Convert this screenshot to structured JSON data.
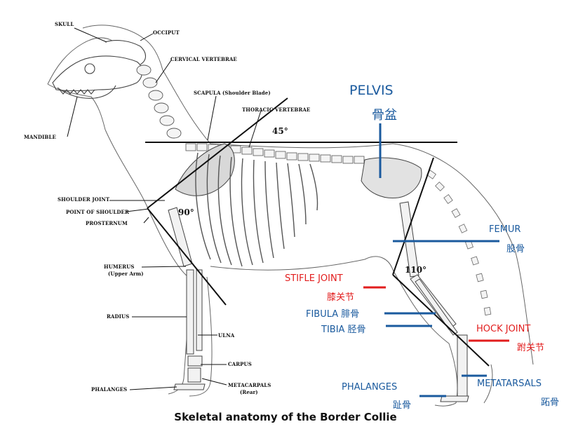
{
  "caption": "Skeletal anatomy of the Border Collie",
  "angles": {
    "withers": "45°",
    "shoulder": "90°",
    "hind": "110°"
  },
  "black_labels": {
    "skull": "SKULL",
    "occiput": "OCCIPUT",
    "cervical": "CERVICAL VERTEBRAE",
    "scapula": "SCAPULA (Shoulder Blade)",
    "thoracic": "THORACIC VERTEBRAE",
    "mandible": "MANDIBLE",
    "shoulder_joint": "SHOULDER JOINT",
    "point_of_shoulder": "POINT OF SHOULDER",
    "prosternum": "PROSTERNUM",
    "humerus": "HUMERUS",
    "humerus_sub": "(Upper Arm)",
    "radius": "RADIUS",
    "ulna": "ULNA",
    "carpus": "CARPUS",
    "phalanges_front": "PHALANGES",
    "metacarpals": "METACARPALS",
    "metacarpals_sub": "(Rear)"
  },
  "blue_labels": {
    "pelvis_en": "PELVIS",
    "pelvis_zh": "骨盆",
    "femur_en": "FEMUR",
    "femur_zh": "股骨",
    "fibula": "FIBULA 腓骨",
    "tibia": "TIBIA 胫骨",
    "phalanges_en": "PHALANGES",
    "phalanges_zh": "趾骨",
    "metatarsals_en": "METATARSALS",
    "metatarsals_zh": "跖骨"
  },
  "red_labels": {
    "stifle_en": "STIFLE JOINT",
    "stifle_zh": "膝关节",
    "hock_en": "HOCK JOINT",
    "hock_zh": "跗关节"
  },
  "colors": {
    "blue": "#1a5a9e",
    "red": "#e21d1d",
    "line": "#111111",
    "sketch": "#555555"
  }
}
